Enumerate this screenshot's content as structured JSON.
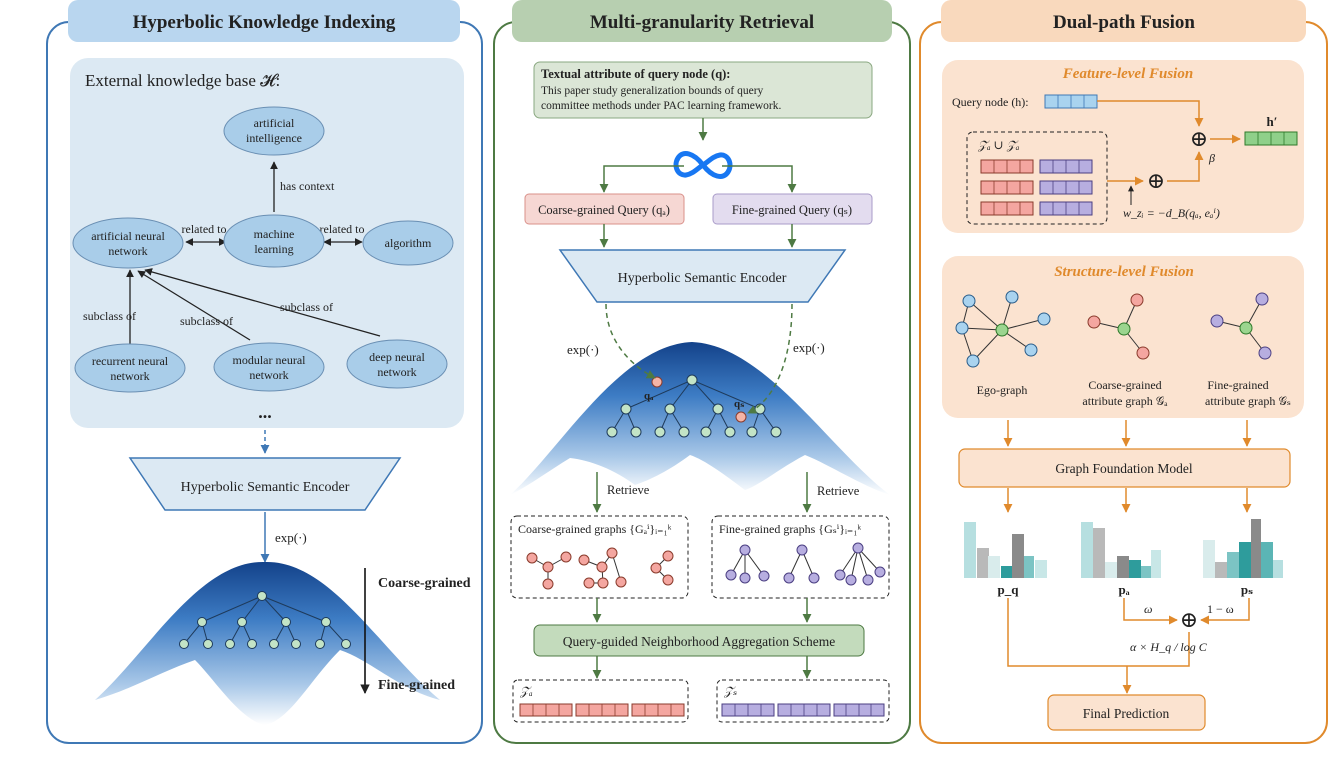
{
  "panels": {
    "left": {
      "title": "Hyperbolic Knowledge Indexing",
      "kb_label": "External knowledge base 𝓗:",
      "kg_nodes": [
        {
          "label_lines": [
            "artificial",
            "intelligence"
          ]
        },
        {
          "label_lines": [
            "machine",
            "learning"
          ]
        },
        {
          "label_lines": [
            "artificial neural",
            "network"
          ]
        },
        {
          "label_lines": [
            "algorithm"
          ]
        },
        {
          "label_lines": [
            "recurrent neural",
            "network"
          ]
        },
        {
          "label_lines": [
            "modular neural",
            "network"
          ]
        },
        {
          "label_lines": [
            "deep neural",
            "network"
          ]
        }
      ],
      "kg_edges": {
        "has_context": "has context",
        "related_to_left": "related to",
        "related_to_right": "related to",
        "subclass_1": "subclass of",
        "subclass_2": "subclass of",
        "subclass_3": "subclass of"
      },
      "ellipsis": "...",
      "encoder": "Hyperbolic Semantic Encoder",
      "exp": "exp(·)",
      "coarse_label": "Coarse-grained",
      "fine_label": "Fine-grained"
    },
    "middle": {
      "title": "Multi-granularity Retrieval",
      "query_title": "Textual attribute of query node (q):",
      "query_text_lines": [
        "This paper study generalization bounds of query",
        "committee methods under PAC learning framework."
      ],
      "coarse_query": "Coarse-grained Query (qₐ)",
      "fine_query": "Fine-grained Query (qₛ)",
      "encoder": "Hyperbolic Semantic Encoder",
      "exp_left": "exp(·)",
      "exp_right": "exp(·)",
      "qa_label": "qₐ",
      "qs_label": "qₛ",
      "retrieve_left": "Retrieve",
      "retrieve_right": "Retrieve",
      "coarse_graphs": "Coarse-grained graphs {Gₐⁱ}ᵢ₌₁ᵏ",
      "fine_graphs": "Fine-grained graphs {Gₛⁱ}ᵢ₌₁ᵏ",
      "aggregation": "Query-guided Neighborhood Aggregation Scheme",
      "za_label": "𝒵ₐ",
      "zs_label": "𝒵ₛ"
    },
    "right": {
      "title": "Dual-path Fusion",
      "feature_title": "Feature-level Fusion",
      "query_node": "Query node (h):",
      "union_label": "𝒵ₐ ∪ 𝒵ₐ",
      "weight_label": "w_zᵢ = −d_B(qₐ, eₐⁱ)",
      "h_prime": "h′",
      "beta": "β",
      "structure_title": "Structure-level Fusion",
      "ego": "Ego-graph",
      "coarse_attr_lines": [
        "Coarse-grained",
        "attribute graph 𝒢ₐ"
      ],
      "fine_attr_lines": [
        "Fine-grained",
        "attribute graph 𝒢ₛ"
      ],
      "gfm": "Graph Foundation Model",
      "pq": "p_q",
      "pa": "pₐ",
      "ps": "pₛ",
      "omega": "ω",
      "one_minus_omega": "1 − ω",
      "alpha_expr": "α × H_q / log C",
      "final": "Final Prediction"
    }
  },
  "colors": {
    "blue_border": "#3f78b5",
    "green_border": "#4e7a43",
    "orange_border": "#e08a2c",
    "left_title_bg": "#b9d6ef",
    "middle_title_bg": "#b7cfb0",
    "right_title_bg": "#f9d9bd",
    "coarse_pink": "#f4a6a0",
    "fine_purple": "#b7aee0",
    "feature_green": "#8fd08a",
    "query_blue": "#a9d3ef",
    "node_green": "#9bd58f",
    "hyper_dark": "#1a4f9a"
  }
}
